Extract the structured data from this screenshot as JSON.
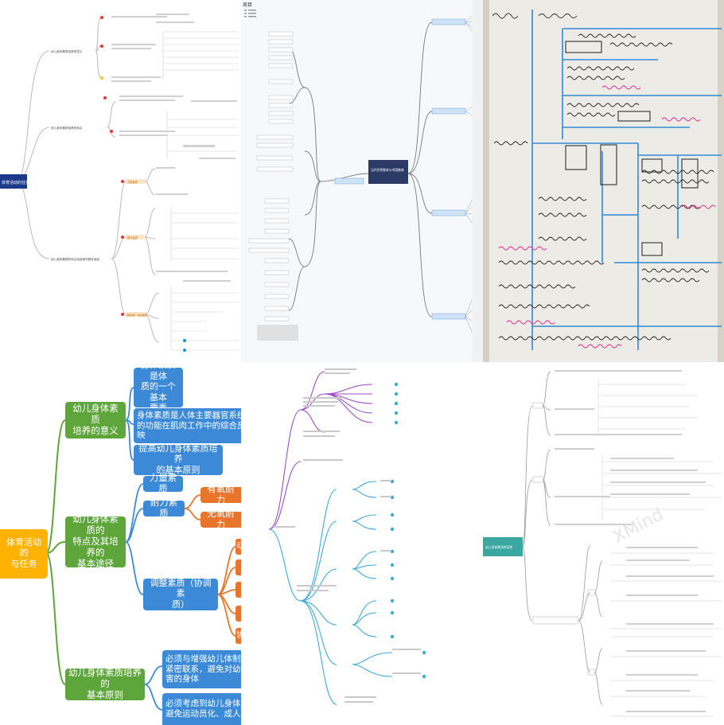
{
  "panel1": {
    "root": "体育活动的任务",
    "l1": [
      "幼儿身体素质培养的意义",
      "幼儿身体素质培养的特点",
      "幼儿身体素质的特点及培养的基本途径"
    ],
    "l2": [
      "力量素质",
      "耐力素质",
      "调整素质（协调素质）"
    ]
  },
  "panel2": {
    "corner": "周目",
    "center": "当代世界教育与中国教育"
  },
  "panel4": {
    "root": "体育活动的\n与任务",
    "significance": "幼儿身体素质\n培养的意义",
    "sig_items": [
      "身体素质是体\n质的一个基本\n要素",
      "身体素质是人体主要器官系统\n的功能在肌肉工作中的综合反\n映",
      "提高幼儿身体素质培养\n的基本原则"
    ],
    "features": "幼儿身体素质的\n特点及其培养的\n基本途径",
    "strength": "力量素质",
    "endurance": "耐力素质",
    "aerobic": "有氧耐力",
    "anaerobic": "无氧耐力",
    "coordination": "调整素质（协调素\n质）",
    "orange_frag": [
      "动",
      "",
      "",
      "",
      "协"
    ],
    "principles": "幼儿身体素质培养的\n基本原则",
    "prin_items": [
      "必须与增强幼儿体制\n紧密联系，避免对幼\n害的身体",
      "必须考虑到幼儿身体\n避免运动员化、成人"
    ]
  },
  "panel6": {
    "root": "幼儿身体素质的培养",
    "watermark": "XMind"
  },
  "colors": {
    "green": "#5ea53b",
    "blue": "#3c8ad7",
    "orange": "#e8752a",
    "yellow": "#ffb300",
    "navy": "#1d3a8a"
  }
}
